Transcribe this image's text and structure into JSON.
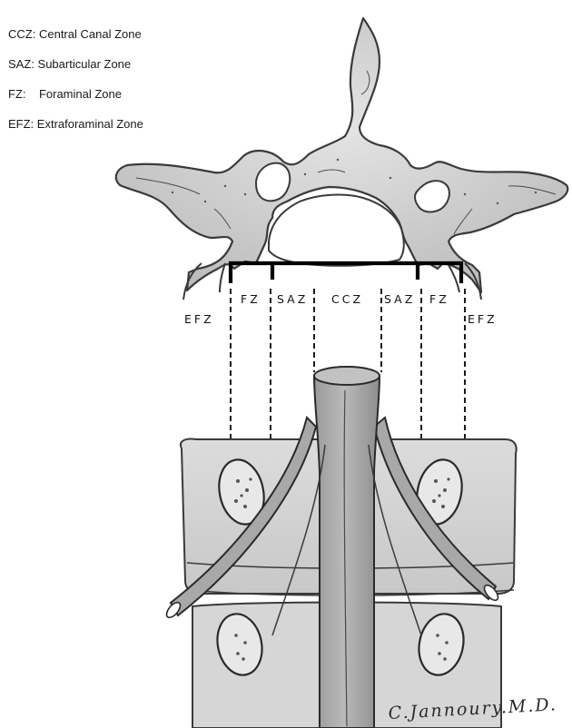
{
  "legend": [
    {
      "abbr": "CCZ:",
      "text": "Central Canal Zone"
    },
    {
      "abbr": "SAZ:",
      "text": "Subarticular Zone"
    },
    {
      "abbr": "FZ:",
      "text": "Foraminal Zone"
    },
    {
      "abbr": "EFZ:",
      "text": "Extraforaminal Zone"
    }
  ],
  "zone_labels": {
    "efz_left": "EFZ",
    "fz_left": "FZ",
    "saz_left": "SAZ",
    "ccz": "CCZ",
    "saz_right": "SAZ",
    "fz_right": "FZ",
    "efz_right": "EFZ"
  },
  "signature": "C.Jannoury.M.D."
}
